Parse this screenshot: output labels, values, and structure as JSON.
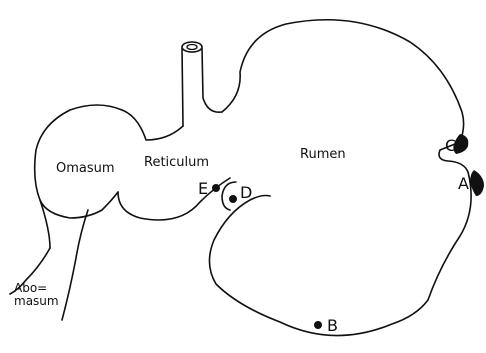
{
  "regions": {
    "omasum": "Omasum",
    "reticulum": "Reticulum",
    "rumen": "Rumen",
    "abomasum_line1": "Abo=",
    "abomasum_line2": "masum"
  },
  "points": {
    "a": "A",
    "b": "B",
    "c": "C",
    "d": "D",
    "e": "E"
  },
  "colors": {
    "ink": "#111111",
    "background": "#ffffff"
  }
}
